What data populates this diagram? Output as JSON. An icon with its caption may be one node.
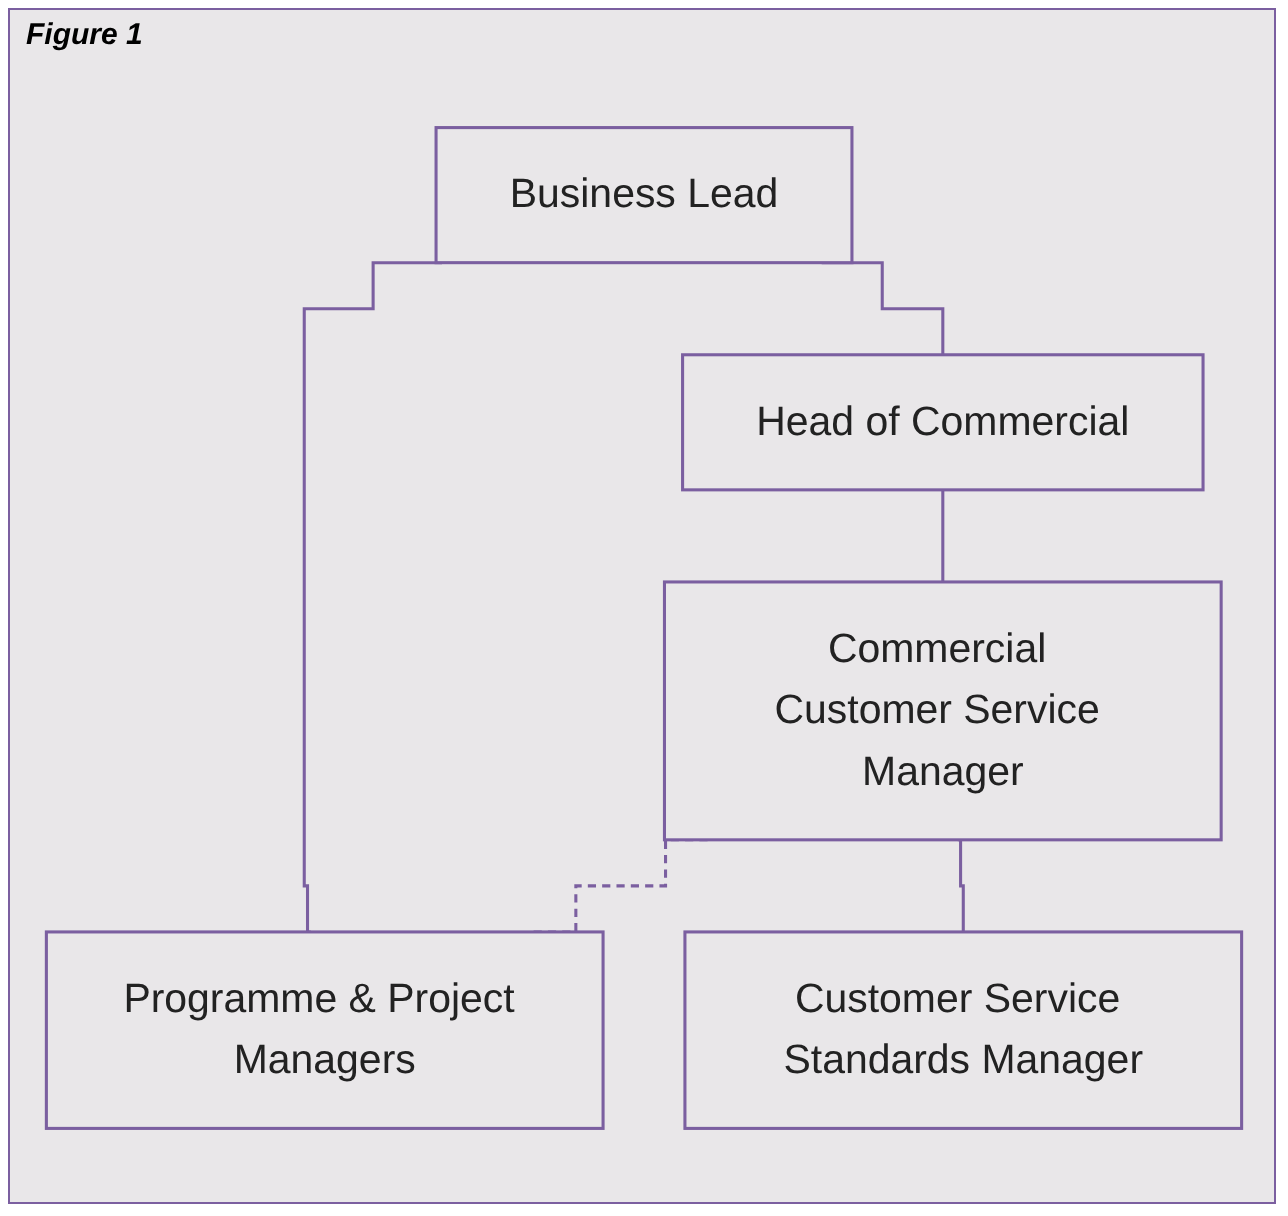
{
  "diagram": {
    "title": "Figure 1",
    "nodes": [
      {
        "text": [
          "Business Lead"
        ]
      },
      {
        "text": [
          "Head of Commercial"
        ]
      },
      {
        "text": [
          "Programme & Project Managers"
        ]
      },
      {
        "text": [
          "Commercial Customer Service Manager"
        ]
      },
      {
        "text": [
          "Customer Service Standards Manager"
        ]
      }
    ],
    "edges": [
      {
        "from": 0,
        "to": 1,
        "arrow": "none"
      },
      {
        "from": 0,
        "to": 2,
        "arrow": "none"
      },
      {
        "from": 1,
        "to": 3,
        "arrow": "none"
      },
      {
        "from": 3,
        "to": 2,
        "arrow": "none",
        "style": "dashed"
      },
      {
        "from": 3,
        "to": 4,
        "arrow": "none"
      }
    ]
  }
}
